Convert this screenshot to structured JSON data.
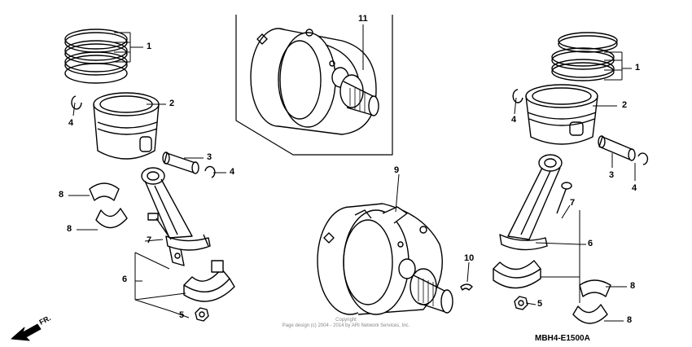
{
  "callouts": {
    "piston_rings_left": "1",
    "piston_rings_right": "1",
    "piston_left": "2",
    "piston_right": "2",
    "piston_pin_left": "3",
    "piston_pin_right": "3",
    "clip_left_a": "4",
    "clip_left_b": "4",
    "clip_right_a": "4",
    "clip_right_b": "4",
    "nut_left": "5",
    "nut_right": "5",
    "conrod_left": "6",
    "conrod_right": "6",
    "bolt_left": "7",
    "bolt_right": "7",
    "bearing_left_a": "8",
    "bearing_left_b": "8",
    "bearing_right_a": "8",
    "bearing_right_b": "8",
    "crankshaft": "9",
    "key": "10",
    "crankshaft_assy": "11"
  },
  "copyright": {
    "line1": "Copyright",
    "line2": "Page design (c) 2004 - 2014 by ARI Network Services, Inc."
  },
  "diagram_code": "MBH4-E1500A",
  "direction_label": "FR.",
  "line_color": "#000000"
}
